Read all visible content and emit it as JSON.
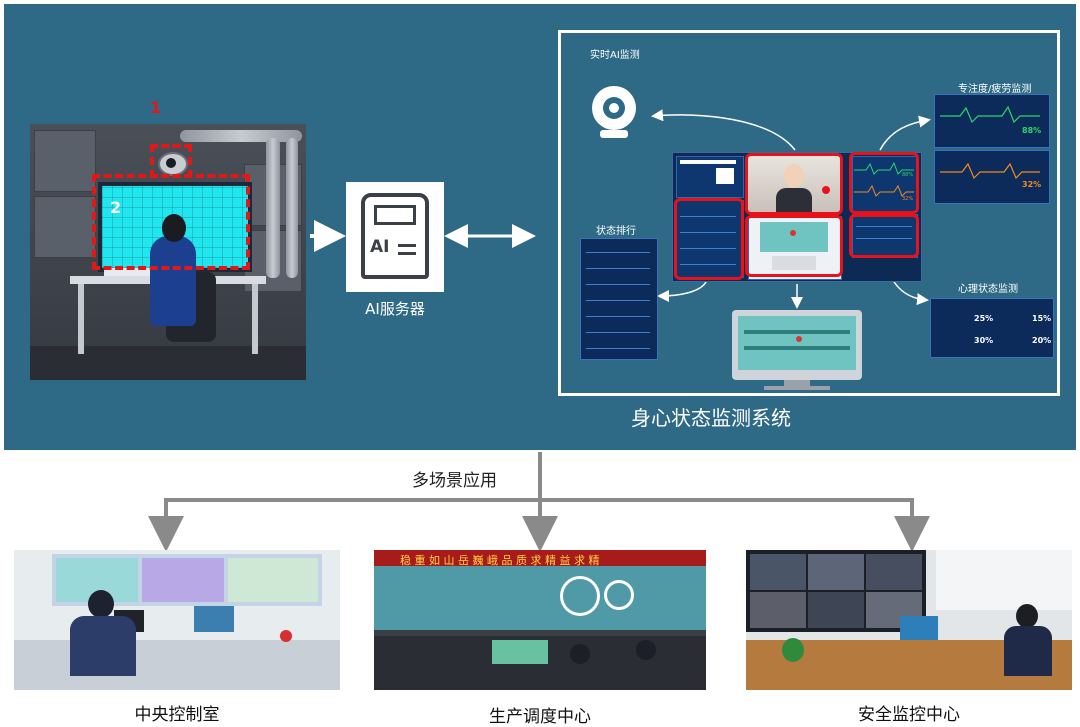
{
  "diagram": {
    "operator_marks": {
      "camera_mark": "1",
      "screen_mark": "2"
    },
    "server": {
      "icon_text": "AI",
      "label": "AI服务器"
    },
    "system": {
      "title": "身心状态监测系统",
      "realtime_label": "实时AI监测",
      "ranking_label": "状态排行",
      "fatigue_label": "专注度/疲劳监测",
      "mental_label": "心理状态监测"
    },
    "fatigue_cards": [
      {
        "value": "88%",
        "color": "#2bd66a",
        "wave_color": "#2bd66a"
      },
      {
        "value": "32%",
        "color": "#f08a22",
        "wave_color": "#f08a22"
      }
    ],
    "mental_card": {
      "values": [
        "25%",
        "15%",
        "30%",
        "20%"
      ]
    },
    "dashboard_mini_values": [
      "88%",
      "32%"
    ],
    "colors": {
      "panel_bg": "#2e6a86",
      "highlight": "#e8121a",
      "connector": "#8a8a8a"
    },
    "multi_scene_label": "多场景应用",
    "scenes": [
      {
        "caption": "中央控制室"
      },
      {
        "caption": "生产调度中心"
      },
      {
        "caption": "安全监控中心"
      }
    ],
    "banner_text": "稳 重 如 山  岳 巍 峨    品 质 求 精  益 求 精"
  }
}
